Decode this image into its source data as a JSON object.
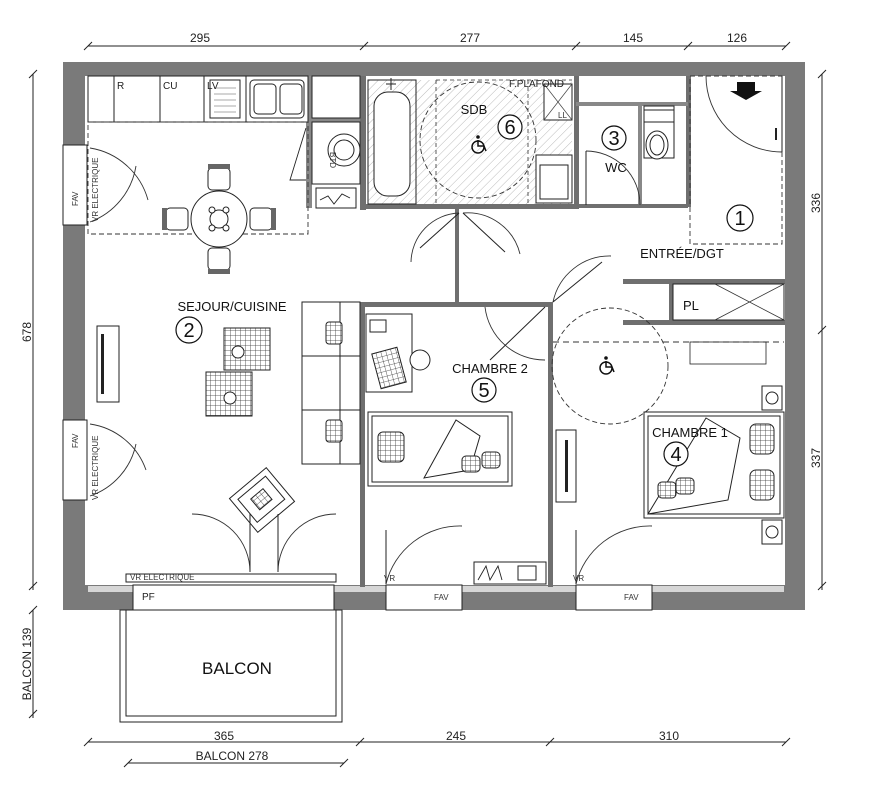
{
  "dimensions": {
    "top": [
      "295",
      "277",
      "145",
      "126"
    ],
    "bottom": [
      "365",
      "245",
      "310"
    ],
    "right": [
      "336",
      "337"
    ],
    "left": "678",
    "balcony_left": "BALCON 139",
    "balcony_bottom": "BALCON 278"
  },
  "rooms": {
    "entree": {
      "name": "ENTRÉE/DGT",
      "number": "1"
    },
    "sejour": {
      "name": "SEJOUR/CUISINE",
      "number": "2"
    },
    "wc": {
      "name": "WC",
      "number": "3"
    },
    "chambre1": {
      "name": "CHAMBRE 1",
      "number": "4"
    },
    "chambre2": {
      "name": "CHAMBRE 2",
      "number": "5"
    },
    "sdb": {
      "name": "SDB",
      "number": "6"
    },
    "placard": {
      "name": "PL"
    },
    "balcon": {
      "name": "BALCON"
    }
  },
  "labels": {
    "fridge": "R",
    "cooker": "CU",
    "dishwasher": "LV",
    "boiler": "BTD",
    "ceiling": "F.PLAFOND",
    "washer": "LL",
    "fav": "FAV",
    "vr_electrique": "VR ELECTRIQUE",
    "vr": "VR",
    "pf": "PF"
  }
}
